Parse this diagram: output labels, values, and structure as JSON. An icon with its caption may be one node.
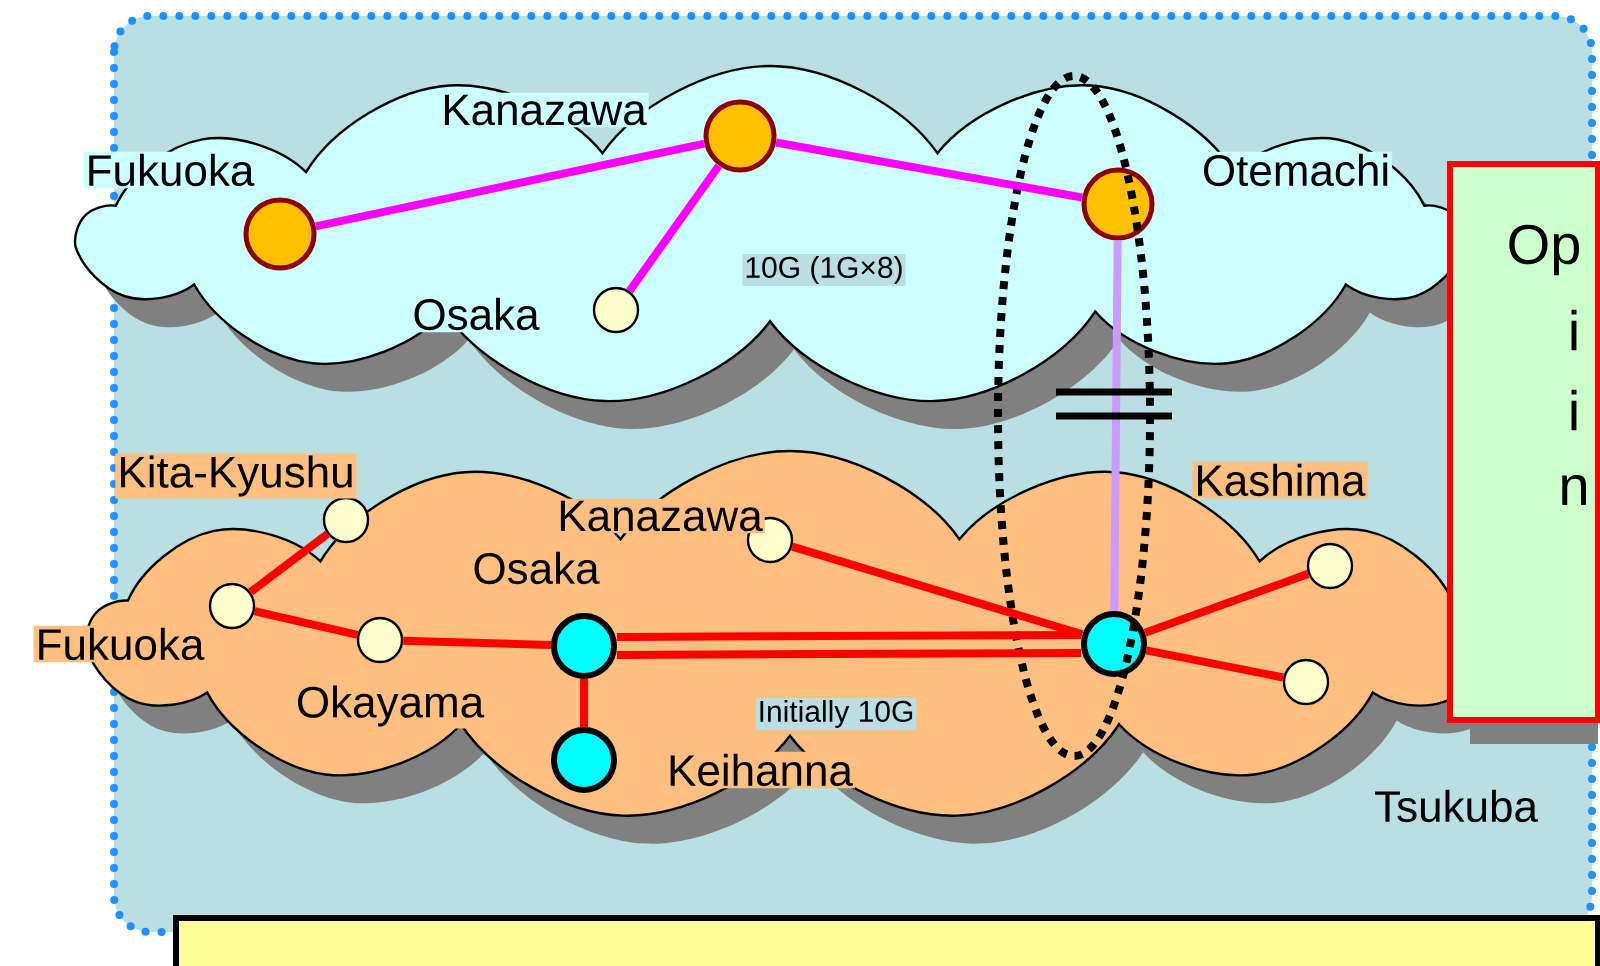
{
  "diagram": {
    "nodes": [
      {
        "text": [
          "10G (1G×8)"
        ]
      },
      {
        "text": [
          "Fukuoka"
        ],
        "in": 0
      },
      {
        "text": [
          "Kanazawa"
        ],
        "in": 0
      },
      {
        "text": [
          "Otemachi"
        ],
        "in": 0
      },
      {
        "text": [
          "Osaka"
        ],
        "in": 0
      },
      {
        "text": [
          "Initially 10G"
        ]
      },
      {
        "text": [
          "Kita-Kyushu"
        ],
        "in": 5
      },
      {
        "text": [
          "Fukuoka"
        ],
        "in": 5
      },
      {
        "text": [
          "Kanazawa"
        ],
        "in": 5
      },
      {
        "text": [
          "Osaka"
        ],
        "in": 5
      },
      {
        "text": [
          "Okayama"
        ],
        "in": 5
      },
      {
        "text": [
          "Keihanna"
        ],
        "in": 5
      },
      {
        "text": [],
        "shape": "circle",
        "in": 5
      },
      {
        "text": [
          "Kashima"
        ],
        "in": 5
      },
      {
        "text": [],
        "shape": "circle",
        "in": 5
      },
      {
        "text": [
          "Op",
          "i",
          "i",
          "n"
        ]
      }
    ],
    "edges": [
      {
        "from": 1,
        "to": 2,
        "arrow": "none",
        "color": "#ff00ff"
      },
      {
        "from": 2,
        "to": 3,
        "arrow": "none",
        "color": "#ff00ff"
      },
      {
        "from": 2,
        "to": 4,
        "arrow": "none",
        "color": "#ff00ff"
      },
      {
        "from": 3,
        "to": 12,
        "arrow": "none",
        "color": "#cc99ff"
      },
      {
        "from": 6,
        "to": 7,
        "arrow": "none"
      },
      {
        "from": 7,
        "to": 10,
        "arrow": "none"
      },
      {
        "from": 10,
        "to": 9,
        "arrow": "none"
      },
      {
        "from": 9,
        "to": 11,
        "arrow": "none"
      },
      {
        "from": 9,
        "to": 12,
        "arrow": "none"
      },
      {
        "from": 9,
        "to": 12,
        "arrow": "none"
      },
      {
        "from": 8,
        "to": 12,
        "arrow": "none"
      },
      {
        "from": 12,
        "to": 13,
        "arrow": "none"
      },
      {
        "from": 12,
        "to": 14,
        "arrow": "none"
      }
    ],
    "labels": [
      "Tsukuba"
    ]
  }
}
